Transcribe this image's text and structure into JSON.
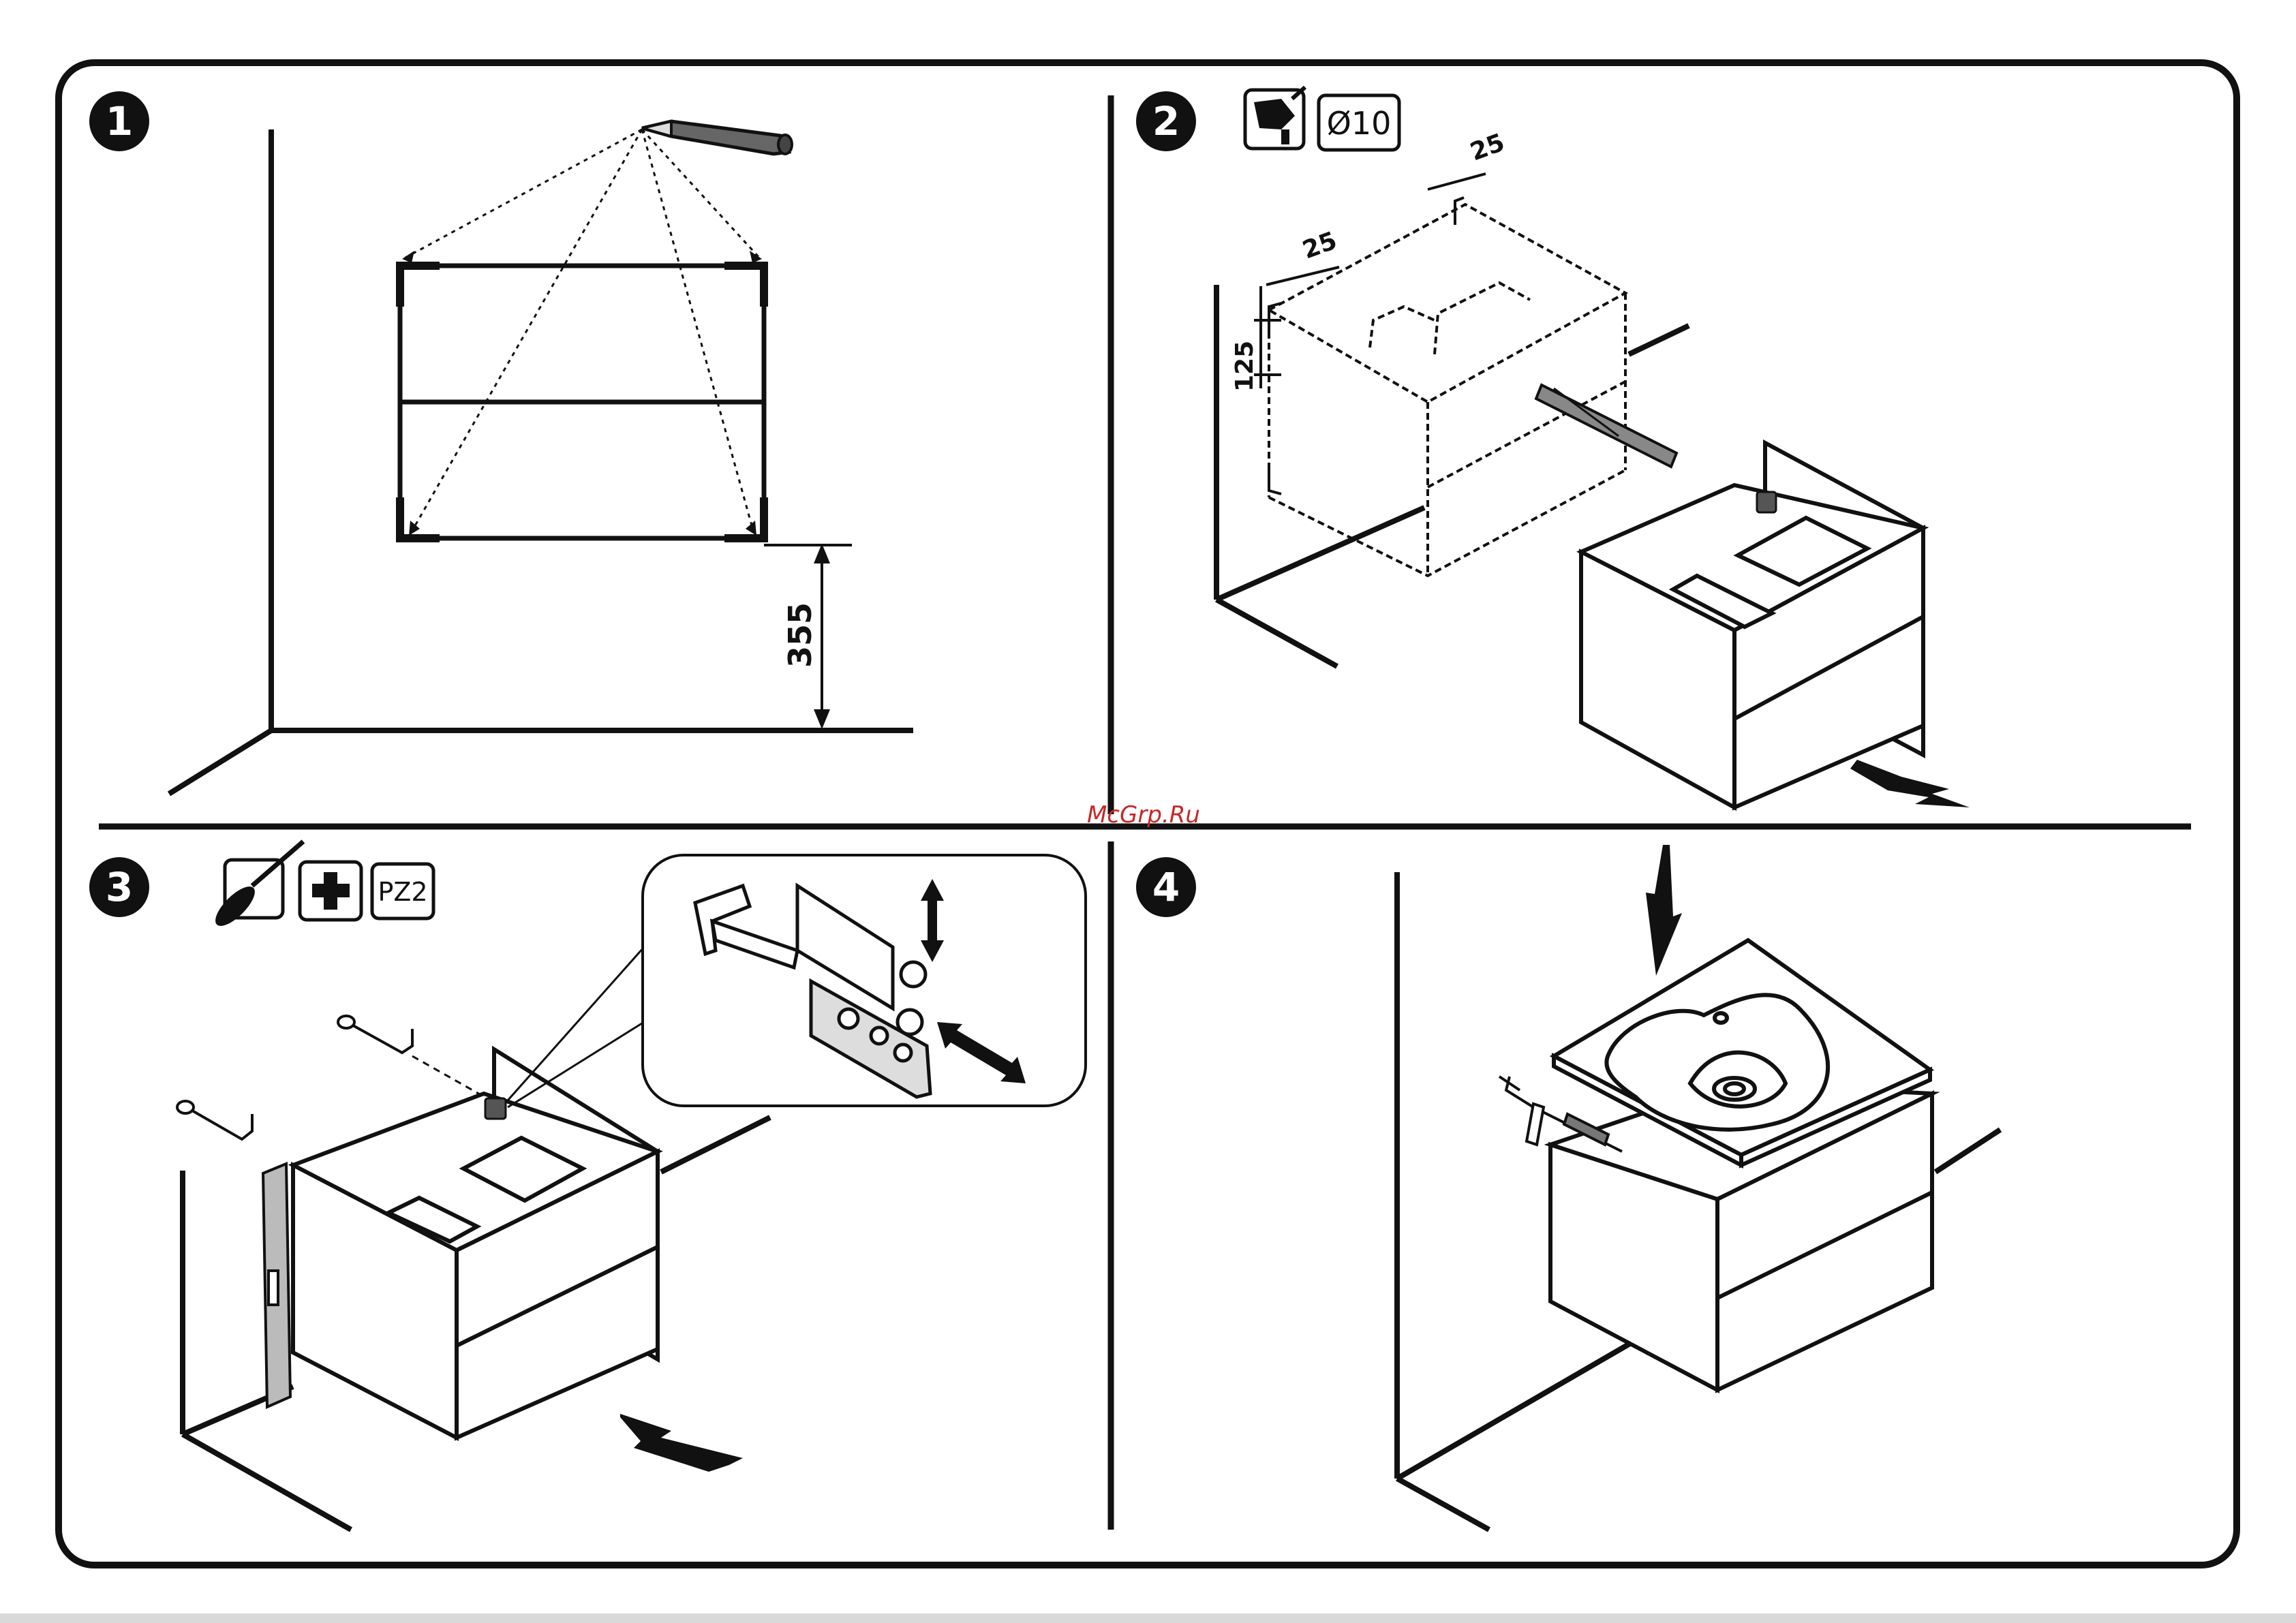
{
  "steps": {
    "step1": {
      "number": "1",
      "dimension_height": "355"
    },
    "step2": {
      "number": "2",
      "drill_size": "Ø10",
      "dim_top": "25",
      "dim_side": "25",
      "dim_vertical": "125"
    },
    "step3": {
      "number": "3",
      "bit": "PZ2"
    },
    "step4": {
      "number": "4"
    }
  },
  "watermark": "McGrp.Ru",
  "icons": {
    "step2": [
      "drill-icon",
      "drill-bit-size-icon"
    ],
    "step3": [
      "screwdriver-icon",
      "phillips-head-icon",
      "pz2-bit-icon"
    ],
    "step1": [
      "pencil-icon"
    ],
    "step4": [
      "sealant-gun-icon"
    ]
  },
  "colors": {
    "line": "#111111",
    "background": "#ffffff",
    "watermark": "#c62828"
  }
}
